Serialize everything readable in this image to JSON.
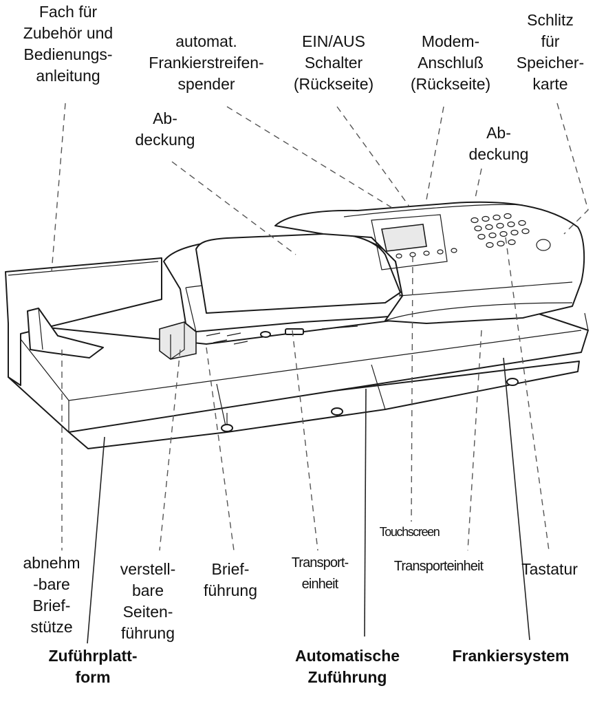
{
  "labels": {
    "fach": [
      "Fach für",
      "Zubehör und",
      "Bedienungs-",
      "anleitung"
    ],
    "spender": [
      "automat.",
      "Frankierstreifen-",
      "spender"
    ],
    "einaus": [
      "EIN/AUS",
      "Schalter",
      "(Rückseite)"
    ],
    "modem": [
      "Modem-",
      "Anschluß",
      "(Rückseite)"
    ],
    "schlitz": [
      "Schlitz",
      "für",
      "Speicher-",
      "karte"
    ],
    "abdeckung_left": [
      "Ab-",
      "deckung"
    ],
    "abdeckung_right": [
      "Ab-",
      "deckung"
    ],
    "briefstuetze": [
      "abnehm",
      "-bare",
      "Brief-",
      "stütze"
    ],
    "seitenfuehrung": [
      "verstell-",
      "bare",
      "Seiten-",
      "führung"
    ],
    "brieffuehrung": [
      "Brief-",
      "führung"
    ],
    "transport_left": [
      "Transport-",
      "einheit"
    ],
    "touchscreen": "Touchscreen",
    "transporteinheit": "Transporteinheit",
    "tastatur": "Tastatur",
    "zufuehrplattform": [
      "Zuführplatt-",
      "form"
    ],
    "automatische": [
      "Automatische",
      "Zuführung"
    ],
    "frankiersystem": "Frankiersystem"
  }
}
